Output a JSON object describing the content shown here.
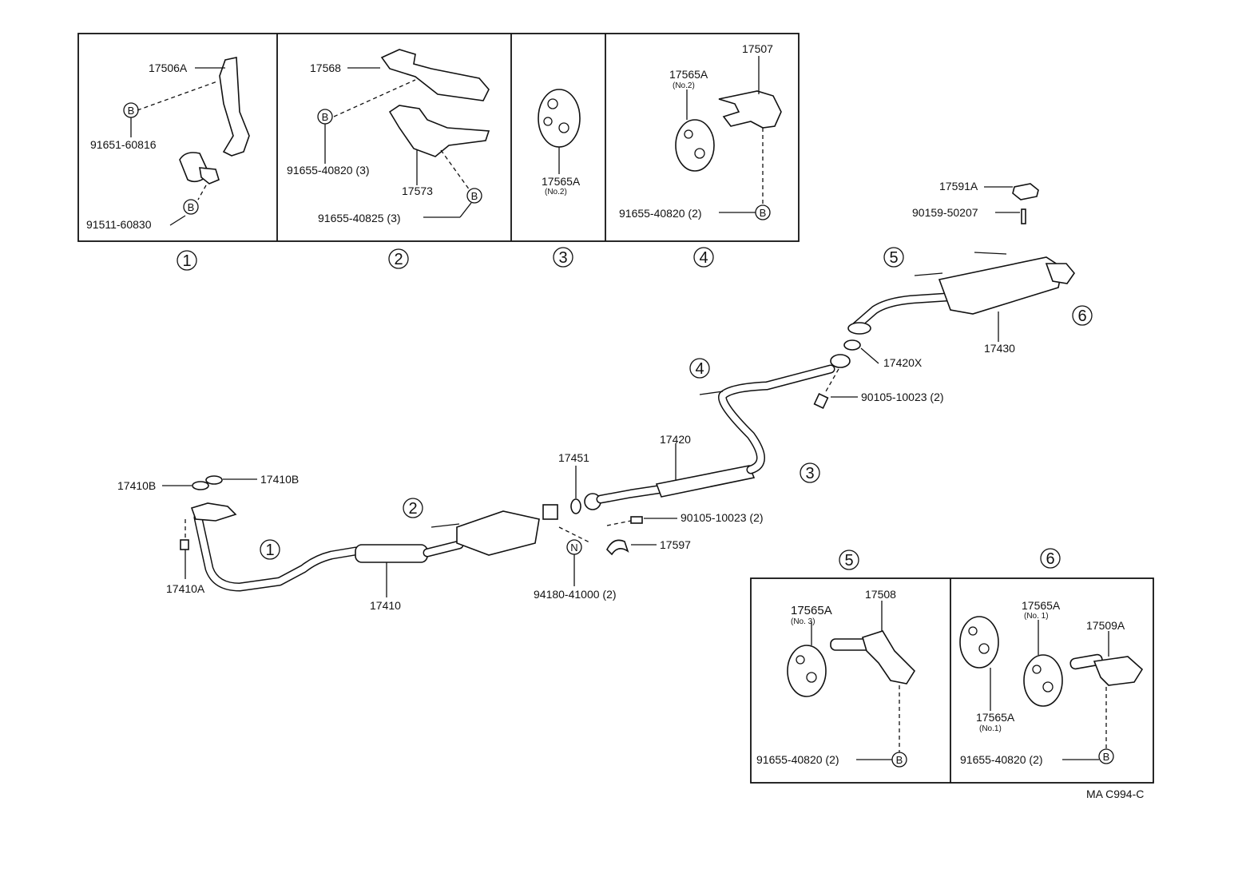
{
  "sections": {
    "s1": {
      "circle_num": "1",
      "parts": {
        "bracket": "17506A",
        "bolt_top": "91651-60816",
        "bolt_bottom": "91511-60830"
      },
      "bolt_symbol": "B"
    },
    "s2": {
      "circle_num": "2",
      "parts": {
        "bracket_top": "17568",
        "bolt_a": "91655-40820 (3)",
        "bracket_bottom": "17573",
        "bolt_b": "91655-40825 (3)"
      },
      "bolt_symbol": "B"
    },
    "s3": {
      "circle_num": "3",
      "parts": {
        "hanger": "17565A",
        "hanger_note": "(No.2)"
      }
    },
    "s4": {
      "circle_num": "4",
      "parts": {
        "hanger": "17565A",
        "hanger_note": "(No.2)",
        "bracket": "17507",
        "bolt": "91655-40820 (2)"
      },
      "bolt_symbol": "B"
    },
    "s5": {
      "circle_num": "5",
      "parts": {
        "hanger": "17565A",
        "hanger_note": "(No. 3)",
        "bracket": "17508",
        "bolt": "91655-40820 (2)"
      },
      "bolt_symbol": "B"
    },
    "s6": {
      "circle_num": "6",
      "parts": {
        "hanger_top": "17565A",
        "hanger_top_note": "(No. 1)",
        "bracket": "17509A",
        "hanger_bottom": "17565A",
        "hanger_bottom_note": "(No.1)",
        "bolt": "91655-40820 (2)"
      },
      "bolt_symbol": "B"
    }
  },
  "main": {
    "callouts": [
      "1",
      "2",
      "3",
      "4",
      "5",
      "6"
    ],
    "labels": {
      "gasket_left": "17410B",
      "gasket_right": "17410B",
      "nut": "17410A",
      "front_pipe": "17410",
      "gasket_ring": "17451",
      "center_pipe": "17420",
      "bolt_center": "90105-10023 (2)",
      "spring": "17597",
      "nut_n": "94180-41000 (2)",
      "gasket_rear": "17420X",
      "bolt_rear": "90105-10023 (2)",
      "muffler": "17430",
      "cushion": "17591A",
      "clip": "90159-50207"
    },
    "nut_symbol": "N"
  },
  "diagram_code": "MA C994-C"
}
